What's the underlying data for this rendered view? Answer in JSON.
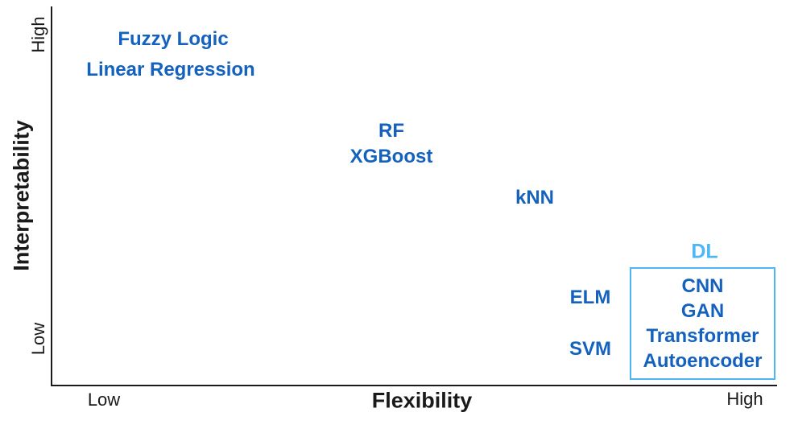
{
  "axes": {
    "x": {
      "label": "Flexibility",
      "min_label": "Low",
      "max_label": "High"
    },
    "y": {
      "label": "Interpretability",
      "min_label": "Low",
      "max_label": "High"
    }
  },
  "methods": {
    "fuzzy_logic": "Fuzzy Logic",
    "linear_regression": "Linear Regression",
    "rf": "RF",
    "xgboost": "XGBoost",
    "knn": "kNN",
    "elm": "ELM",
    "svm": "SVM"
  },
  "dl_group": {
    "label": "DL",
    "items": [
      "CNN",
      "GAN",
      "Transformer",
      "Autoencoder"
    ]
  },
  "colors": {
    "method_blue": "#1461be",
    "dl_light_blue": "#4db7f5",
    "axis_color": "#1a1a1a"
  },
  "chart_data": {
    "type": "scatter",
    "title": "",
    "xlabel": "Flexibility",
    "ylabel": "Interpretability",
    "x_range": [
      "Low",
      "High"
    ],
    "y_range": [
      "Low",
      "High"
    ],
    "grid": false,
    "legend": false,
    "points": [
      {
        "label": "Fuzzy Logic",
        "flexibility": 0.17,
        "interpretability": 0.91
      },
      {
        "label": "Linear Regression",
        "flexibility": 0.17,
        "interpretability": 0.83
      },
      {
        "label": "RF",
        "flexibility": 0.47,
        "interpretability": 0.67
      },
      {
        "label": "XGBoost",
        "flexibility": 0.47,
        "interpretability": 0.6
      },
      {
        "label": "kNN",
        "flexibility": 0.67,
        "interpretability": 0.49
      },
      {
        "label": "ELM",
        "flexibility": 0.74,
        "interpretability": 0.23
      },
      {
        "label": "SVM",
        "flexibility": 0.74,
        "interpretability": 0.1
      },
      {
        "label": "CNN",
        "flexibility": 0.9,
        "interpretability": 0.27,
        "group": "DL"
      },
      {
        "label": "GAN",
        "flexibility": 0.9,
        "interpretability": 0.2,
        "group": "DL"
      },
      {
        "label": "Transformer",
        "flexibility": 0.9,
        "interpretability": 0.13,
        "group": "DL"
      },
      {
        "label": "Autoencoder",
        "flexibility": 0.9,
        "interpretability": 0.06,
        "group": "DL"
      }
    ],
    "annotations": [
      {
        "type": "box",
        "label": "DL",
        "contains": [
          "CNN",
          "GAN",
          "Transformer",
          "Autoencoder"
        ],
        "x_span": [
          0.8,
          1.0
        ],
        "y_span": [
          0.01,
          0.31
        ]
      }
    ]
  }
}
